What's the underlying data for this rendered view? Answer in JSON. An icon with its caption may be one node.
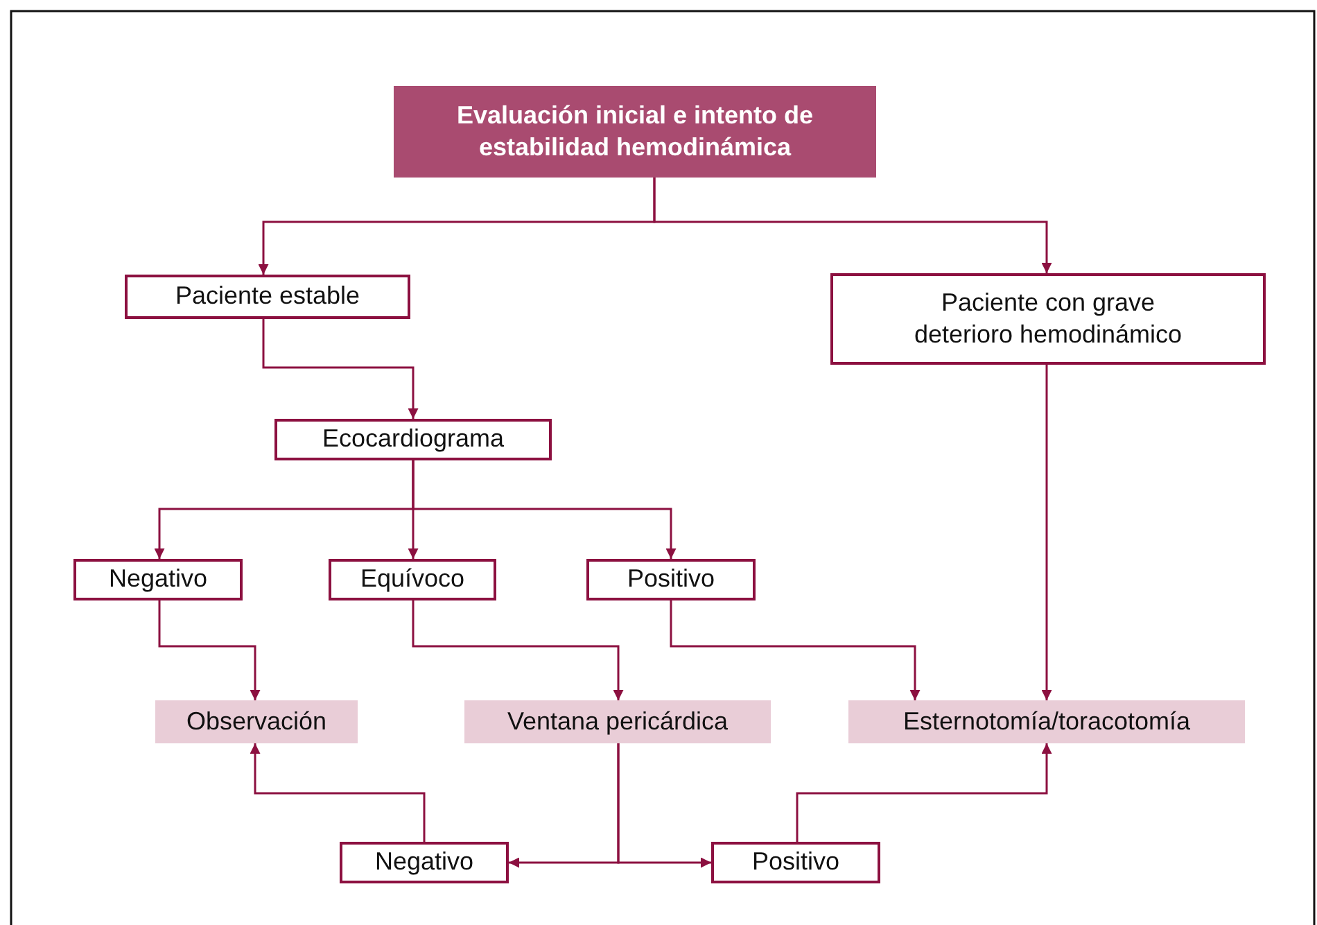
{
  "diagram": {
    "nodes": [
      {
        "text": [
          "Evaluación inicial e intento de estabilidad hemodinámica"
        ]
      },
      {
        "text": [
          "Paciente estable"
        ]
      },
      {
        "text": [
          "Paciente con grave deterioro hemodinámico"
        ]
      },
      {
        "text": [
          "Ecocardiograma"
        ]
      },
      {
        "text": [
          "Negativo"
        ]
      },
      {
        "text": [
          "Equívoco"
        ]
      },
      {
        "text": [
          "Positivo"
        ]
      },
      {
        "text": [
          "Observación"
        ]
      },
      {
        "text": [
          "Ventana pericárdica"
        ]
      },
      {
        "text": [
          "Esternotomía/toracotomía"
        ]
      },
      {
        "text": [
          "Negativo"
        ]
      },
      {
        "text": [
          "Positivo"
        ]
      }
    ],
    "edges": [
      {
        "from": 0,
        "to": 1,
        "arrow": "to"
      },
      {
        "from": 0,
        "to": 2,
        "arrow": "to"
      },
      {
        "from": 1,
        "to": 3,
        "arrow": "to"
      },
      {
        "from": 3,
        "to": 4,
        "arrow": "to"
      },
      {
        "from": 3,
        "to": 5,
        "arrow": "to"
      },
      {
        "from": 3,
        "to": 6,
        "arrow": "to"
      },
      {
        "from": 4,
        "to": 7,
        "arrow": "to"
      },
      {
        "from": 5,
        "to": 8,
        "arrow": "to"
      },
      {
        "from": 6,
        "to": 9,
        "arrow": "to"
      },
      {
        "from": 2,
        "to": 9,
        "arrow": "to"
      },
      {
        "from": 8,
        "to": 10,
        "arrow": "to"
      },
      {
        "from": 8,
        "to": 11,
        "arrow": "to"
      },
      {
        "from": 10,
        "to": 7,
        "arrow": "to"
      },
      {
        "from": 11,
        "to": 9,
        "arrow": "to"
      }
    ]
  }
}
